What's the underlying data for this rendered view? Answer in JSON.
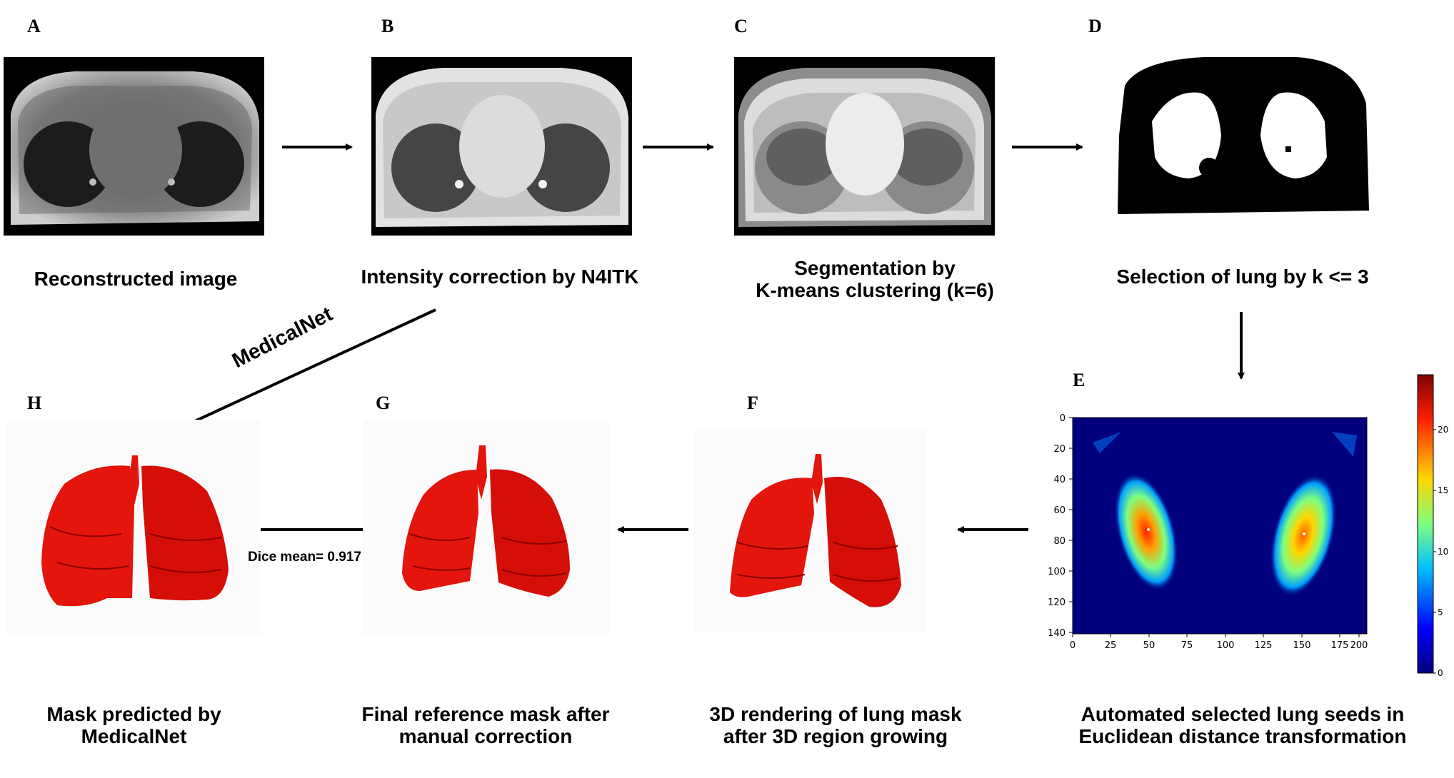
{
  "panels": {
    "A": {
      "letter": "A",
      "caption": "Reconstructed image"
    },
    "B": {
      "letter": "B",
      "caption": "Intensity correction by N4ITK"
    },
    "C": {
      "letter": "C",
      "caption_lines": [
        "Segmentation by",
        "K-means clustering (k=6)"
      ]
    },
    "D": {
      "letter": "D",
      "caption": "Selection of lung by k <= 3"
    },
    "E": {
      "letter": "E",
      "caption_lines": [
        "Automated selected lung seeds in",
        "Euclidean distance transformation"
      ]
    },
    "F": {
      "letter": "F",
      "caption_lines": [
        "3D rendering of lung mask",
        "after 3D region growing"
      ]
    },
    "G": {
      "letter": "G",
      "caption_lines": [
        "Final reference mask after",
        "manual correction"
      ]
    },
    "H": {
      "letter": "H",
      "caption_lines": [
        "Mask predicted by",
        "MedicalNet"
      ]
    }
  },
  "labels": {
    "medicalnet_arrow": "MedicalNet",
    "dice": "Dice mean= 0.917"
  },
  "heatmap_axes": {
    "y_ticks": [
      "0",
      "20",
      "40",
      "60",
      "80",
      "100",
      "120",
      "140"
    ],
    "x_ticks": [
      "0",
      "25",
      "50",
      "75",
      "100",
      "125",
      "150",
      "175",
      "200"
    ],
    "colorbar_ticks": [
      "0",
      "5",
      "10",
      "15",
      "20"
    ]
  },
  "colors": {
    "lung_red": "#e3150d",
    "heatmap_bg": "#00007f",
    "arrow": "#000000"
  }
}
